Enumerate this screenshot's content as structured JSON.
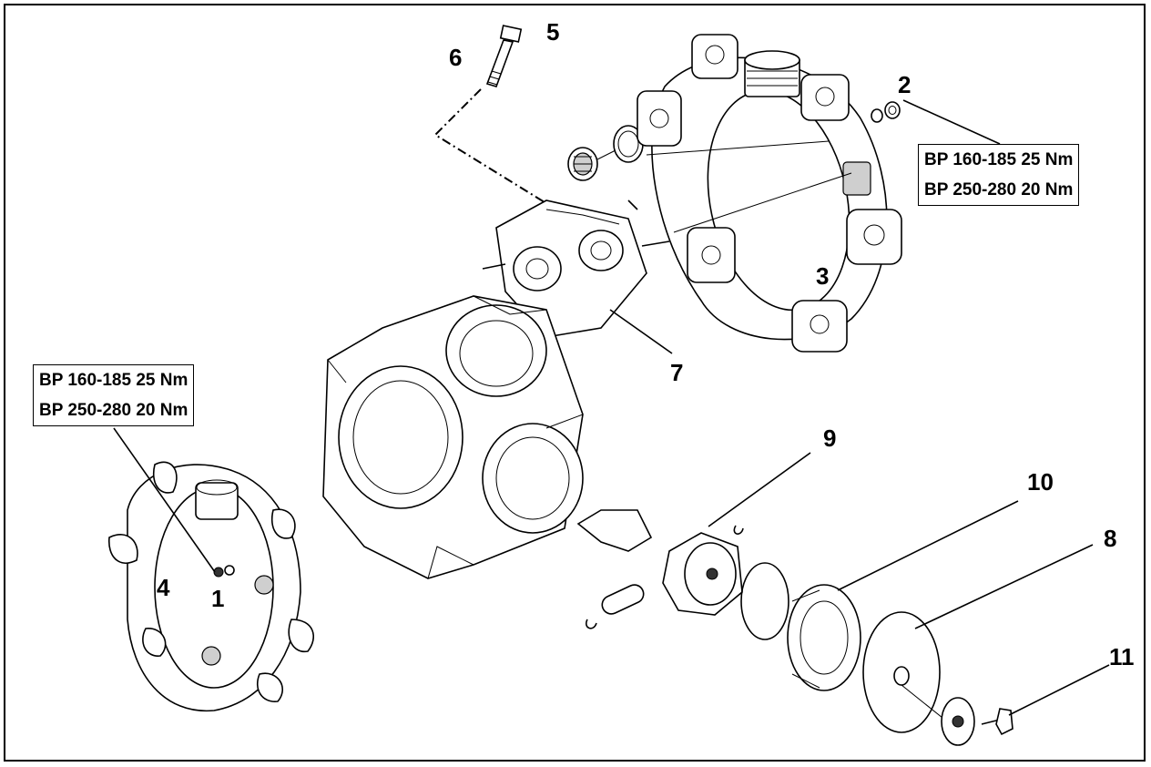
{
  "callouts": {
    "c1": "1",
    "c2": "2",
    "c3": "3",
    "c4": "4",
    "c5": "5",
    "c6": "6",
    "c7": "7",
    "c8": "8",
    "c9": "9",
    "c10": "10",
    "c11": "11"
  },
  "spec_right": {
    "row1": "BP 160-185  25 Nm",
    "row2": "BP 250-280  20 Nm"
  },
  "spec_left": {
    "row1": "BP 160-185  25 Nm",
    "row2": "BP 250-280  20 Nm"
  }
}
